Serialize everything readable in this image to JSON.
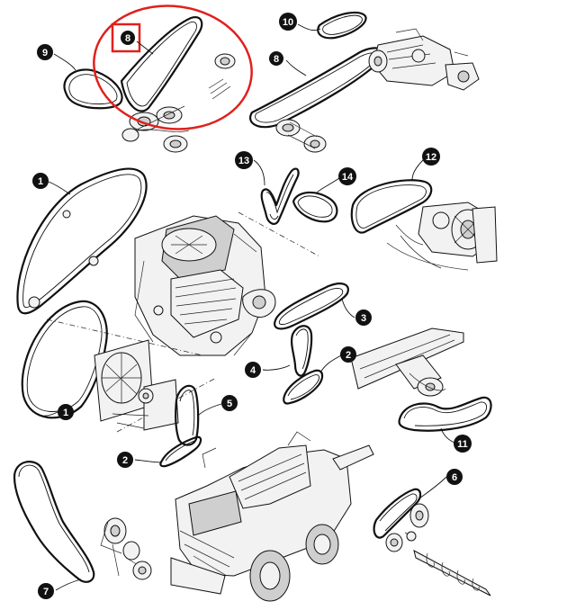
{
  "diagram": {
    "callouts": [
      {
        "id": "c9",
        "label": "9"
      },
      {
        "id": "c8a",
        "label": "8"
      },
      {
        "id": "c10",
        "label": "10"
      },
      {
        "id": "c8b",
        "label": "8"
      },
      {
        "id": "c13",
        "label": "13"
      },
      {
        "id": "c14",
        "label": "14"
      },
      {
        "id": "c12",
        "label": "12"
      },
      {
        "id": "c1a",
        "label": "1"
      },
      {
        "id": "c3",
        "label": "3"
      },
      {
        "id": "c2a",
        "label": "2"
      },
      {
        "id": "c4",
        "label": "4"
      },
      {
        "id": "c1b",
        "label": "1"
      },
      {
        "id": "c5",
        "label": "5"
      },
      {
        "id": "c11",
        "label": "11"
      },
      {
        "id": "c2b",
        "label": "2"
      },
      {
        "id": "c6",
        "label": "6"
      },
      {
        "id": "c7",
        "label": "7"
      }
    ],
    "highlight_color": "#e0201c",
    "callout_color": "#111111"
  }
}
